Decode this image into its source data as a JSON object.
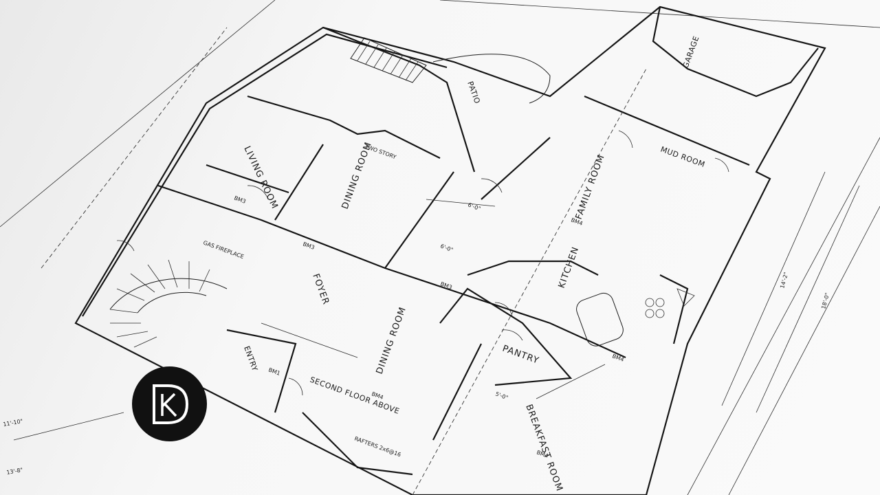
{
  "diagram": {
    "rooms": [
      {
        "id": "living-room",
        "label": "LIVING ROOM"
      },
      {
        "id": "dining-room-upper",
        "label": "DINING ROOM"
      },
      {
        "id": "patio",
        "label": "PATIO"
      },
      {
        "id": "family-room",
        "label": "FAMILY ROOM"
      },
      {
        "id": "mud-room",
        "label": "MUD ROOM"
      },
      {
        "id": "garage",
        "label": "GARAGE"
      },
      {
        "id": "foyer",
        "label": "FOYER"
      },
      {
        "id": "dining-room",
        "label": "DINING ROOM"
      },
      {
        "id": "kitchen",
        "label": "KITCHEN"
      },
      {
        "id": "pantry",
        "label": "PANTRY"
      },
      {
        "id": "breakfast-room",
        "label": "BREAKFAST ROOM"
      },
      {
        "id": "entry",
        "label": "ENTRY"
      }
    ],
    "notes": [
      {
        "id": "second-floor-above",
        "text": "SECOND FLOOR ABOVE"
      },
      {
        "id": "beam-1",
        "text": "BM4"
      },
      {
        "id": "beam-2",
        "text": "BM3"
      },
      {
        "id": "beam-3",
        "text": "BM3"
      },
      {
        "id": "beam-4",
        "text": "BM4"
      },
      {
        "id": "beam-5",
        "text": "BM4"
      },
      {
        "id": "beam-6",
        "text": "BM4"
      },
      {
        "id": "beam-7",
        "text": "BM1"
      },
      {
        "id": "beam-8",
        "text": "BM3"
      },
      {
        "id": "dim-1",
        "text": "6'-0\""
      },
      {
        "id": "dim-2",
        "text": "6'-0\""
      },
      {
        "id": "dim-3",
        "text": "5'-0\""
      },
      {
        "id": "dim-4",
        "text": "13'-8\""
      },
      {
        "id": "dim-5",
        "text": "11'-10\""
      },
      {
        "id": "dim-6",
        "text": "18'-0\""
      },
      {
        "id": "dim-7",
        "text": "14'-2\""
      },
      {
        "id": "fireplace-note",
        "text": "GAS FIREPLACE"
      },
      {
        "id": "rafters-note",
        "text": "RAFTERS 2x6@16"
      },
      {
        "id": "walk-note",
        "text": "TWO STORY"
      }
    ]
  },
  "logo": {
    "monogram": "DK",
    "background": "#111111",
    "foreground": "#ffffff"
  },
  "colors": {
    "paper": "#f4f4f4",
    "ink": "#1c1c1c"
  }
}
